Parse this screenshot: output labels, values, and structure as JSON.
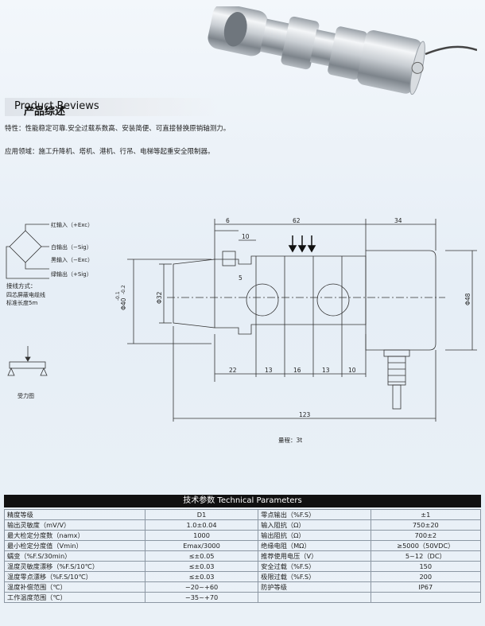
{
  "section": {
    "title_cn": "产品综述",
    "title_en": "Product Reviews"
  },
  "features": "特性：性能稳定可靠.安全过载系数高、安装简便、可直接替换原销轴测力。",
  "application": "应用领域：施工升降机、塔机、港机、行吊、电梯等起重安全限制器。",
  "wiring": {
    "red": "红输入（+Exc）",
    "white": "白输出（−Sig）",
    "black": "黑输入（−Exc）",
    "green": "绿输出（+Sig）",
    "method_title": "接线方式：",
    "cable": "四芯屏蔽电缆线",
    "length": "标准长度5m"
  },
  "force_label": "受力图",
  "dims": {
    "d6": "6",
    "d62": "62",
    "d34": "34",
    "d10a": "10",
    "d5": "5",
    "d40": "Φ40",
    "d40tol": "-0.1\n-0.2",
    "d40tol_a": "-0.1",
    "d40tol_b": "-0.2",
    "d32": "Φ32",
    "d48": "Φ48",
    "d22": "22",
    "d13a": "13",
    "d16": "16",
    "d13b": "13",
    "d10b": "10",
    "d123": "123"
  },
  "capacity": "量程：3t",
  "table": {
    "title_cn": "技术参数",
    "title_en": "Technical Parameters",
    "rows": [
      [
        "精度等级",
        "D1",
        "零点输出（%F.S）",
        "±1"
      ],
      [
        "输出灵敏度（mV/V）",
        "1.0±0.04",
        "输入阻抗（Ω）",
        "750±20"
      ],
      [
        "最大检定分度数（namx）",
        "1000",
        "输出阻抗（Ω）",
        "700±2"
      ],
      [
        "最小检定分度值（Vmin）",
        "Emax/3000",
        "绝缘电阻（MΩ）",
        "≥5000（50VDC）"
      ],
      [
        "蠕变（%F.S/30min）",
        "≤±0.05",
        "推荐使用电压（V）",
        "5~12（DC）"
      ],
      [
        "温度灵敏度漂移（%F.S/10℃）",
        "≤±0.03",
        "安全过载（%F.S）",
        "150"
      ],
      [
        "温度零点漂移（%F.S/10℃）",
        "≤±0.03",
        "极限过载（%F.S）",
        "200"
      ],
      [
        "温度补偿范围（℃）",
        "−20~+60",
        "防护等级",
        "IP67"
      ],
      [
        "工作温度范围（℃）",
        "−35~+70",
        "",
        ""
      ]
    ]
  }
}
